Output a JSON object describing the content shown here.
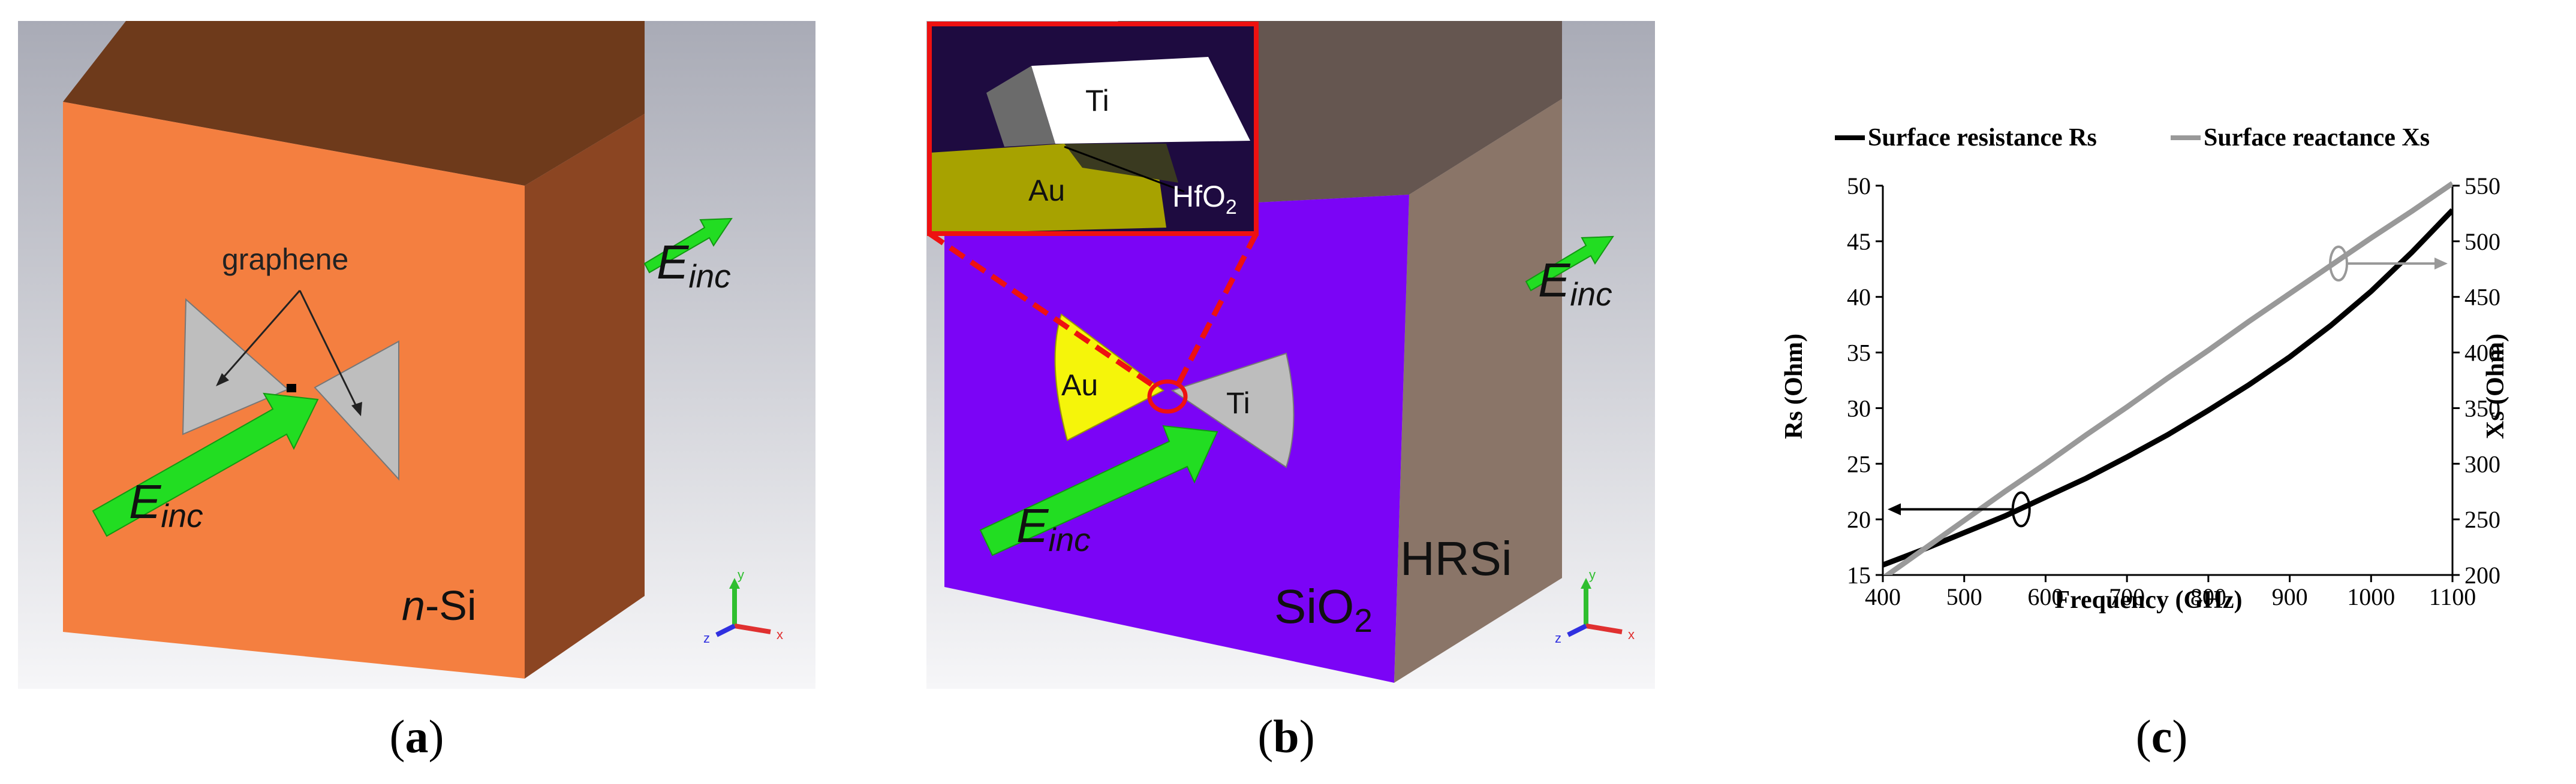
{
  "panel_a": {
    "material_label": "n-Si",
    "material_prefix": "n",
    "material_suffix": "-Si",
    "graphene_label": "graphene",
    "field_label_main": "E",
    "field_label_sub": "inc",
    "caption": "(a)",
    "caption_letter": "a",
    "colors": {
      "front": "#f47f40",
      "top": "#6e3a1b",
      "side": "#8b4522",
      "antenna": "#bebebe",
      "arrow": "#22dd22"
    }
  },
  "panel_b": {
    "inset_labels": {
      "ti": "Ti",
      "au": "Au",
      "hfo2_main": "HfO",
      "hfo2_sub": "2"
    },
    "au_label": "Au",
    "ti_label": "Ti",
    "substrate_main": "SiO",
    "substrate_sub": "2",
    "hrsi_label": "HRSi",
    "field_label_main": "E",
    "field_label_sub": "inc",
    "caption": "(b)",
    "caption_letter": "b",
    "colors": {
      "front": "#7b04f6",
      "side": "#8a7568",
      "top": "#655650",
      "au": "#f5f50a",
      "ti": "#bdbdbd",
      "inset_border": "#ee1111"
    }
  },
  "panel_c": {
    "caption": "(c)",
    "caption_letter": "c"
  },
  "chart_data": {
    "type": "line",
    "xlabel": "Frequency (GHz)",
    "ylabel_left": "Rs (Ohm)",
    "ylabel_right": "Xs (Ohm)",
    "xlim": [
      400,
      1100
    ],
    "ylim_left": [
      15,
      50
    ],
    "ylim_right": [
      200,
      550
    ],
    "x_ticks": [
      400,
      500,
      600,
      700,
      800,
      900,
      1000,
      1100
    ],
    "y_ticks_left": [
      15,
      20,
      25,
      30,
      35,
      40,
      45,
      50
    ],
    "y_ticks_right": [
      200,
      250,
      300,
      350,
      400,
      450,
      500,
      550
    ],
    "grid": false,
    "legend": "top",
    "series": [
      {
        "name": "Surface resistance Rs",
        "axis": "left",
        "color": "#000000",
        "x": [
          400,
          450,
          500,
          550,
          600,
          650,
          700,
          750,
          800,
          850,
          900,
          950,
          1000,
          1050,
          1100
        ],
        "values": [
          15.9,
          17.3,
          18.8,
          20.3,
          22.0,
          23.7,
          25.6,
          27.6,
          29.8,
          32.1,
          34.6,
          37.4,
          40.5,
          44.0,
          47.8
        ]
      },
      {
        "name": "Surface reactance Xs",
        "axis": "right",
        "color": "#999999",
        "x": [
          400,
          450,
          500,
          550,
          600,
          650,
          700,
          750,
          800,
          850,
          900,
          950,
          1000,
          1050,
          1100
        ],
        "values": [
          197,
          223,
          249,
          275,
          300,
          326,
          351,
          377,
          402,
          428,
          453,
          478,
          503,
          527,
          552
        ]
      }
    ]
  }
}
